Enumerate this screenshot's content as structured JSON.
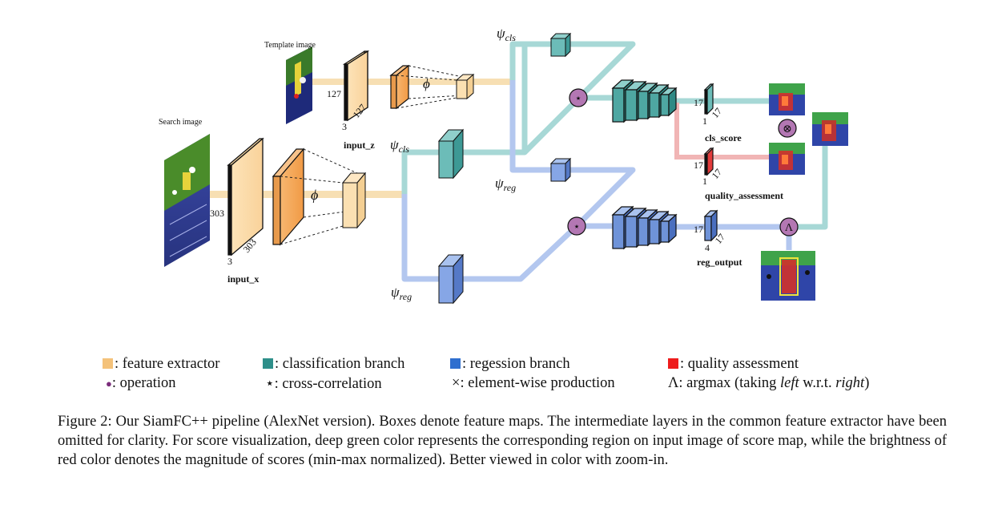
{
  "diagram": {
    "template_image_label": "Template image",
    "search_image_label": "Search image",
    "input_z": "input_z",
    "input_x": "input_x",
    "dims_z": [
      "127",
      "127",
      "3"
    ],
    "dims_x": [
      "303",
      "303",
      "3"
    ],
    "phi": "ϕ",
    "psi_cls": "ψ",
    "psi_cls_sub": "cls",
    "psi_reg": "ψ",
    "psi_reg_sub": "reg",
    "cross_corr_symbol": "⋆",
    "multiply_symbol": "⊗",
    "argmax_symbol": "Λ",
    "cls_score": "cls_score",
    "quality_assessment": "quality_assessment",
    "reg_output": "reg_output",
    "dims_cls": [
      "17",
      "17",
      "1"
    ],
    "dims_qa": [
      "17",
      "17",
      "1"
    ],
    "dims_reg": [
      "17",
      "17",
      "4"
    ],
    "colors": {
      "feature": "#f4c27a",
      "cls": "#4fa7a3",
      "reg": "#6f93d8",
      "quality": "#e32b2b",
      "operation": "#7b2d7b"
    }
  },
  "legend": {
    "row1": [
      {
        "color": "#f4c27a",
        "text": ": feature extractor"
      },
      {
        "color": "#2e8f8a",
        "text": ": classification branch"
      },
      {
        "color": "#2f6fcf",
        "text": ": regession branch"
      },
      {
        "color": "#ee1c1c",
        "text": ": quality assessment"
      }
    ],
    "row2": [
      {
        "symbol": "●",
        "text": ": operation"
      },
      {
        "symbol": "⋆",
        "text": ": cross-correlation"
      },
      {
        "symbol": "×",
        "text": ": element-wise production"
      },
      {
        "symbol": "Λ",
        "text": ": argmax (taking",
        "em1": "left",
        "mid": "w.r.t.",
        "em2": "right",
        "tail": ")"
      }
    ]
  },
  "caption": "Figure 2: Our SiamFC++ pipeline (AlexNet version). Boxes denote feature maps. The intermediate layers in the common feature extractor have been omitted for clarity. For score visualization, deep green color represents the corresponding region on input image of score map, while the brightness of red color denotes the magnitude of scores (min-max normalized). Better viewed in color with zoom-in."
}
